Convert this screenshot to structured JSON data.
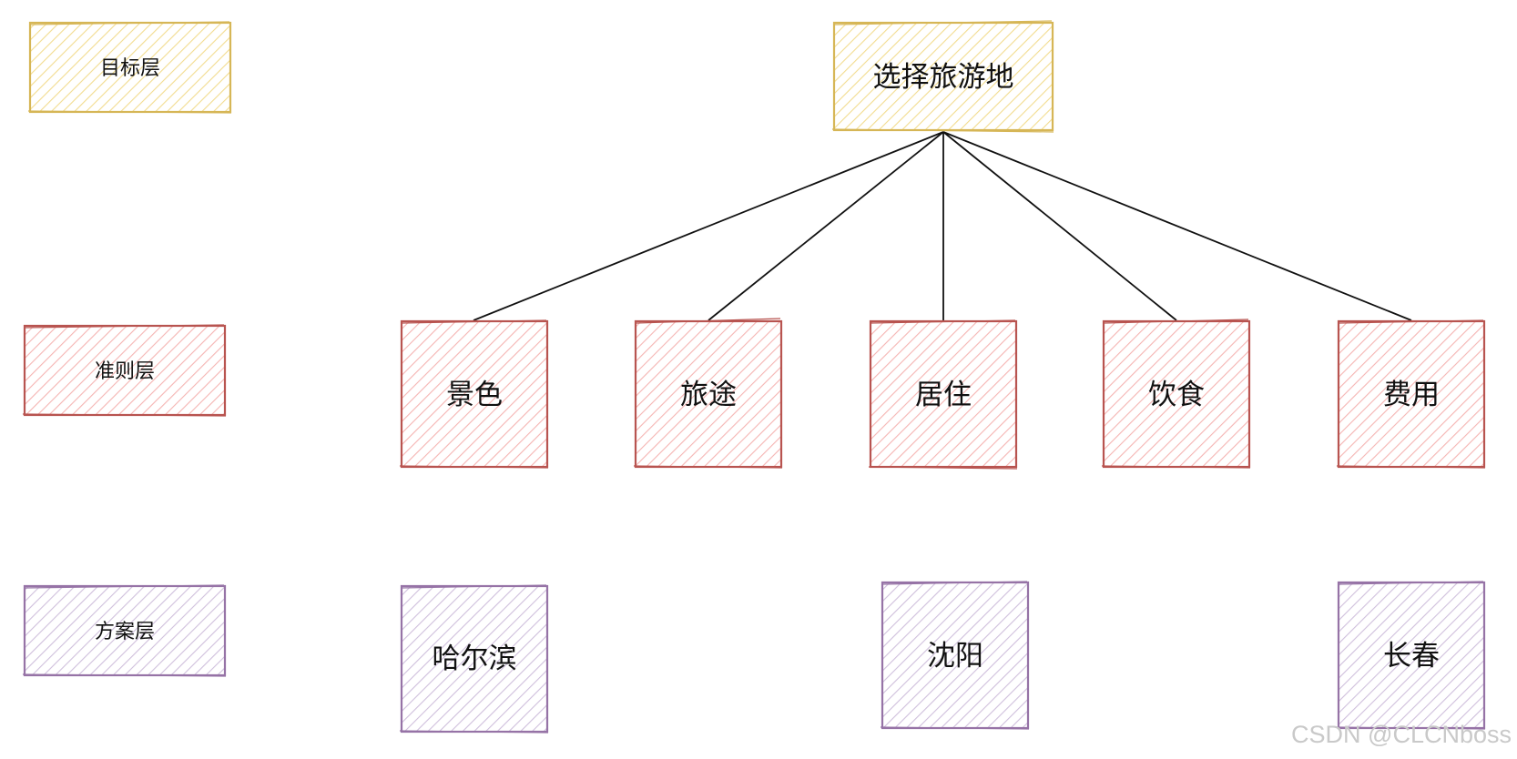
{
  "colors": {
    "yellow": {
      "stroke": "#d6b656",
      "fill": "#fff2cc"
    },
    "red": {
      "stroke": "#b85450",
      "fill": "#f8cecc"
    },
    "purple": {
      "stroke": "#9673a6",
      "fill": "#e1d5e7"
    },
    "line": "#111111"
  },
  "legend": {
    "goal_layer": "目标层",
    "criteria_layer": "准则层",
    "alternative_layer": "方案层"
  },
  "goal": {
    "label": "选择旅游地"
  },
  "criteria": [
    {
      "label": "景色"
    },
    {
      "label": "旅途"
    },
    {
      "label": "居住"
    },
    {
      "label": "饮食"
    },
    {
      "label": "费用"
    }
  ],
  "alternatives": [
    {
      "label": "哈尔滨"
    },
    {
      "label": "沈阳"
    },
    {
      "label": "长春"
    }
  ],
  "watermark": "CSDN @CLCNboss"
}
